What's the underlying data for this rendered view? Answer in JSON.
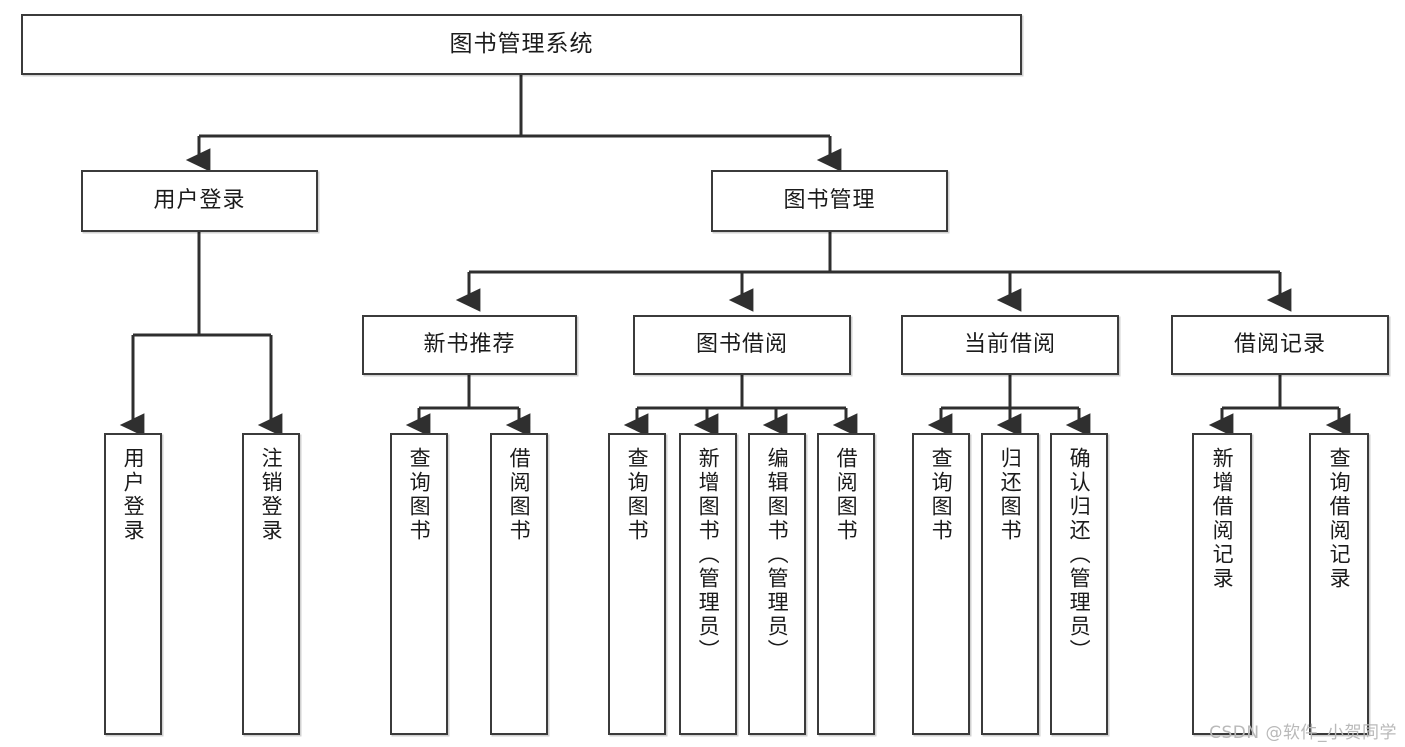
{
  "diagram": {
    "type": "tree-hierarchy",
    "title": "图书管理系统",
    "watermark": "CSDN @软件_小贺同学",
    "colors": {
      "box_border": "#3b3b3b",
      "box_fill": "#ffffff",
      "connector": "#2f2f2f",
      "text": "#1b1b1b",
      "watermark": "#b9b9b9"
    },
    "nodes": {
      "root": {
        "label": "图书管理系统"
      },
      "level2": [
        {
          "id": "user-login",
          "label": "用户登录"
        },
        {
          "id": "book-management",
          "label": "图书管理"
        }
      ],
      "level3": [
        {
          "id": "new-book-recommend",
          "label": "新书推荐"
        },
        {
          "id": "book-borrow",
          "label": "图书借阅"
        },
        {
          "id": "current-borrow",
          "label": "当前借阅"
        },
        {
          "id": "borrow-record",
          "label": "借阅记录"
        }
      ],
      "leaves": {
        "user_login": [
          {
            "id": "leaf-user-login",
            "label": "用户登录"
          },
          {
            "id": "leaf-logout-login",
            "label": "注销登录"
          }
        ],
        "new_book_recommend": [
          {
            "id": "leaf-query-book-1",
            "label": "查询图书"
          },
          {
            "id": "leaf-borrow-book-1",
            "label": "借阅图书"
          }
        ],
        "book_borrow": [
          {
            "id": "leaf-query-book-2",
            "label": "查询图书"
          },
          {
            "id": "leaf-add-book",
            "label": "新增图书（管理员）"
          },
          {
            "id": "leaf-edit-book",
            "label": "编辑图书（管理员）"
          },
          {
            "id": "leaf-borrow-book-2",
            "label": "借阅图书"
          }
        ],
        "current_borrow": [
          {
            "id": "leaf-query-book-3",
            "label": "查询图书"
          },
          {
            "id": "leaf-return-book",
            "label": "归还图书"
          },
          {
            "id": "leaf-confirm-return",
            "label": "确认归还（管理员）"
          }
        ],
        "borrow_record": [
          {
            "id": "leaf-add-record",
            "label": "新增借阅记录"
          },
          {
            "id": "leaf-query-record",
            "label": "查询借阅记录"
          }
        ]
      }
    }
  }
}
